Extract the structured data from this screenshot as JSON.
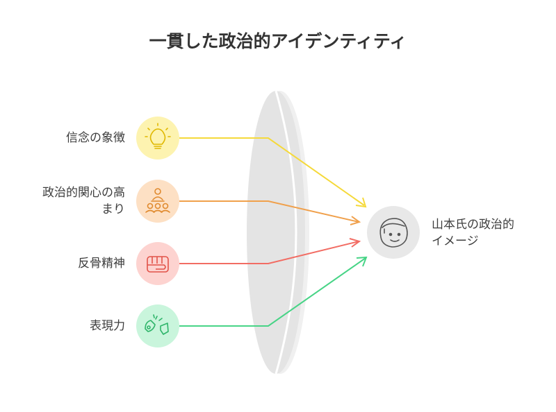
{
  "title": "一貫した政治的アイデンティティ",
  "inputs": [
    {
      "label": "信念の象徴",
      "icon": "lightbulb-icon",
      "color": "#f5d93a",
      "bg": "#fdf3b0"
    },
    {
      "label_line1": "政治的関心の高",
      "label_line2": "まり",
      "icon": "group-icon",
      "color": "#f0a04b",
      "bg": "#fde0c4"
    },
    {
      "label": "反骨精神",
      "icon": "fist-icon",
      "color": "#f26c63",
      "bg": "#fdd3d0"
    },
    {
      "label": "表現力",
      "icon": "megaphone-icon",
      "color": "#47d486",
      "bg": "#c9f5dc"
    }
  ],
  "output": {
    "label_line1": "山本氏の政治的",
    "label_line2": "イメージ",
    "icon": "face-icon",
    "bg": "#e8e8e8"
  },
  "lens": {
    "fill": "#e6e6e6",
    "edge": "#f2f2f2"
  }
}
